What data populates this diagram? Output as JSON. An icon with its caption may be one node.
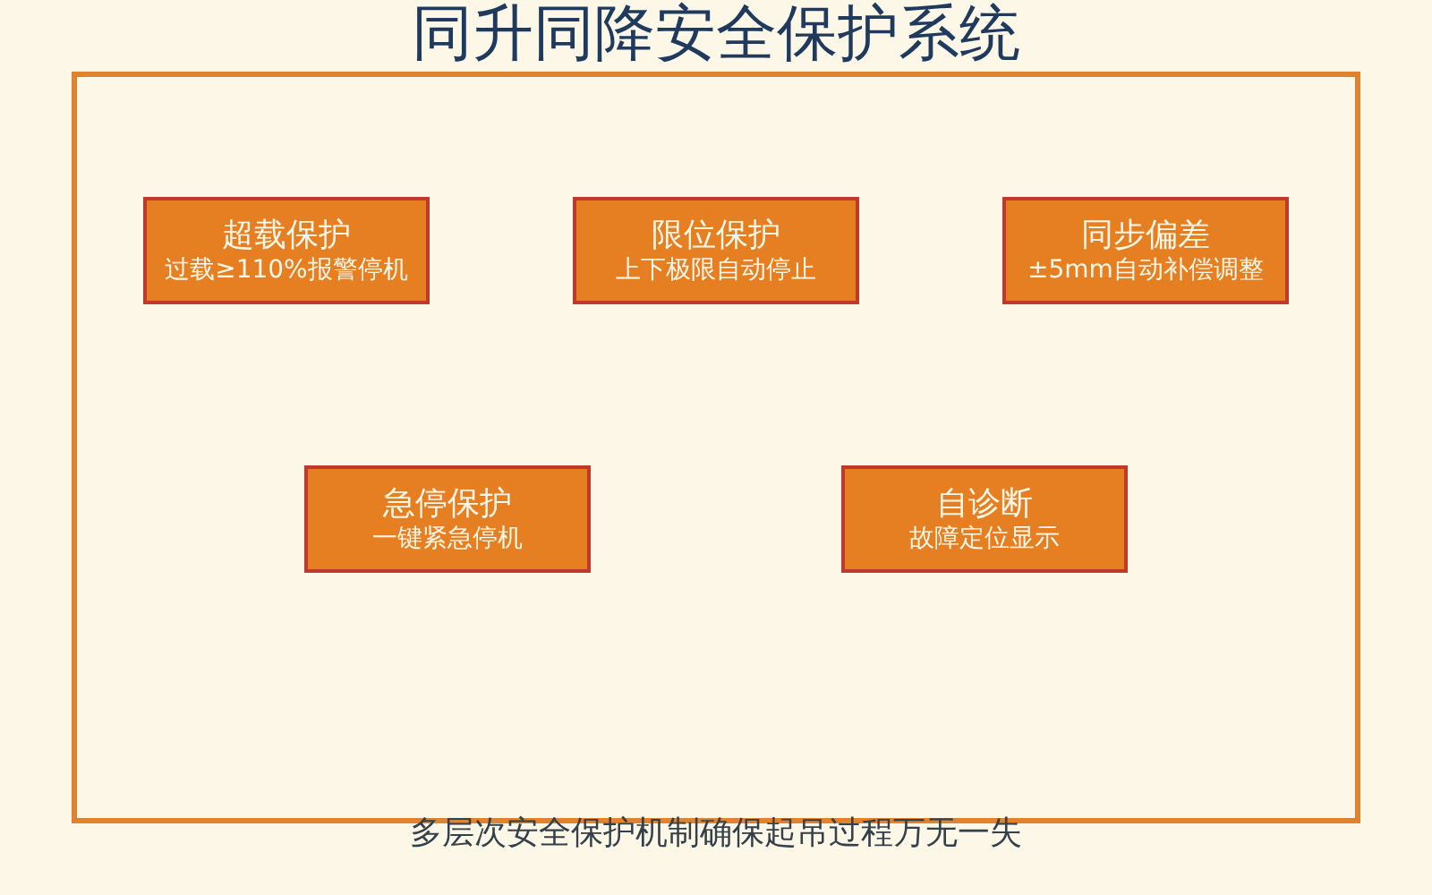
{
  "diagram": {
    "title": "同升同降安全保护系统",
    "nodes": [
      {
        "text": [
          "超载保护",
          "过载≥110%报警停机"
        ]
      },
      {
        "text": [
          "限位保护",
          "上下极限自动停止"
        ]
      },
      {
        "text": [
          "同步偏差",
          "±5mm自动补偿调整"
        ]
      },
      {
        "text": [
          "急停保护",
          "一键紧急停机"
        ]
      },
      {
        "text": [
          "自诊断",
          "故障定位显示"
        ]
      }
    ],
    "caption": "多层次安全保护机制确保起吊过程万无一失"
  }
}
